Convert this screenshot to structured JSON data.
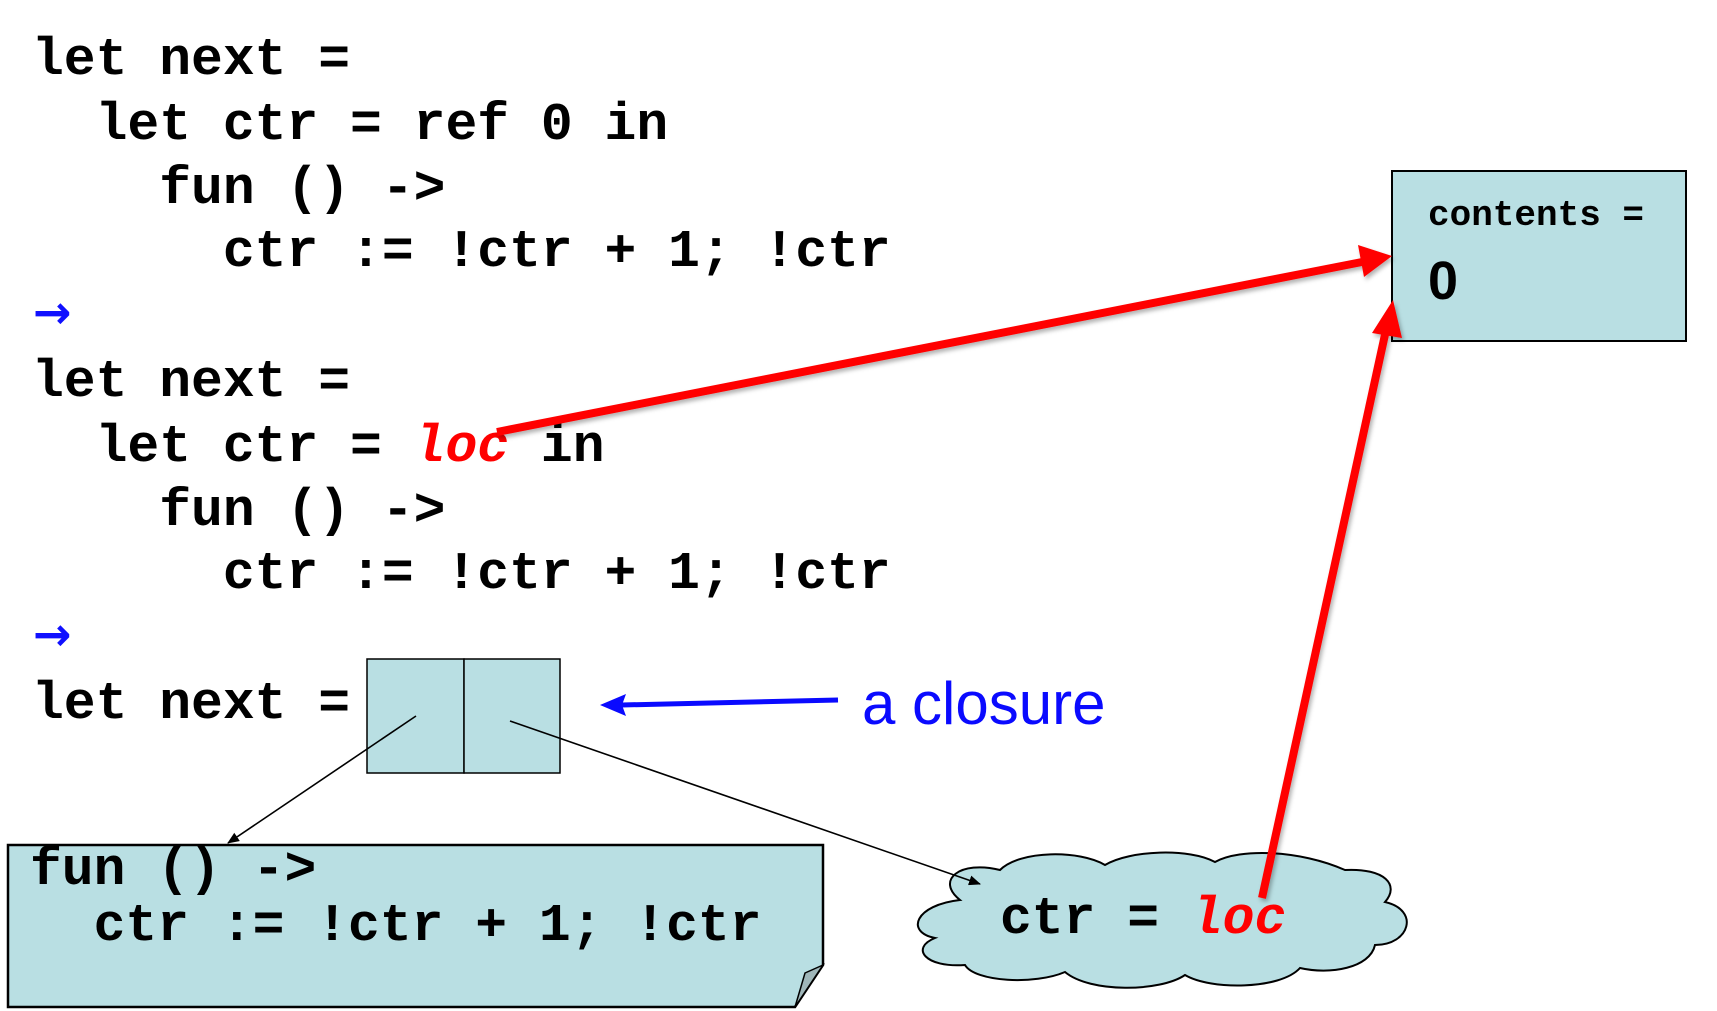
{
  "block1": {
    "line1": "let next =",
    "line2_prefix": "  let ctr = ",
    "line2_value": "ref 0",
    "line2_suffix": " in",
    "line3": "    fun () ->",
    "line4": "      ctr := !ctr + 1; !ctr"
  },
  "step_arrow_glyph": "→",
  "block2": {
    "line1": "let next =",
    "line2_prefix": "  let ctr = ",
    "line2_value": "loc",
    "line2_suffix": " in",
    "line3": "    fun () ->",
    "line4": "      ctr := !ctr + 1; !ctr"
  },
  "block3": {
    "line1": "let next ="
  },
  "closure_label": "a closure",
  "code_box": {
    "line1": "fun () ->",
    "line2": "  ctr := !ctr + 1; !ctr"
  },
  "env_cloud": {
    "name": "ctr = ",
    "value": "loc"
  },
  "ref_cell": {
    "label": "contents =",
    "value": "0"
  },
  "colors": {
    "box_fill": "#b9dfe3",
    "highlight_red": "#ff0000",
    "annotation_blue": "#0a0aff"
  }
}
